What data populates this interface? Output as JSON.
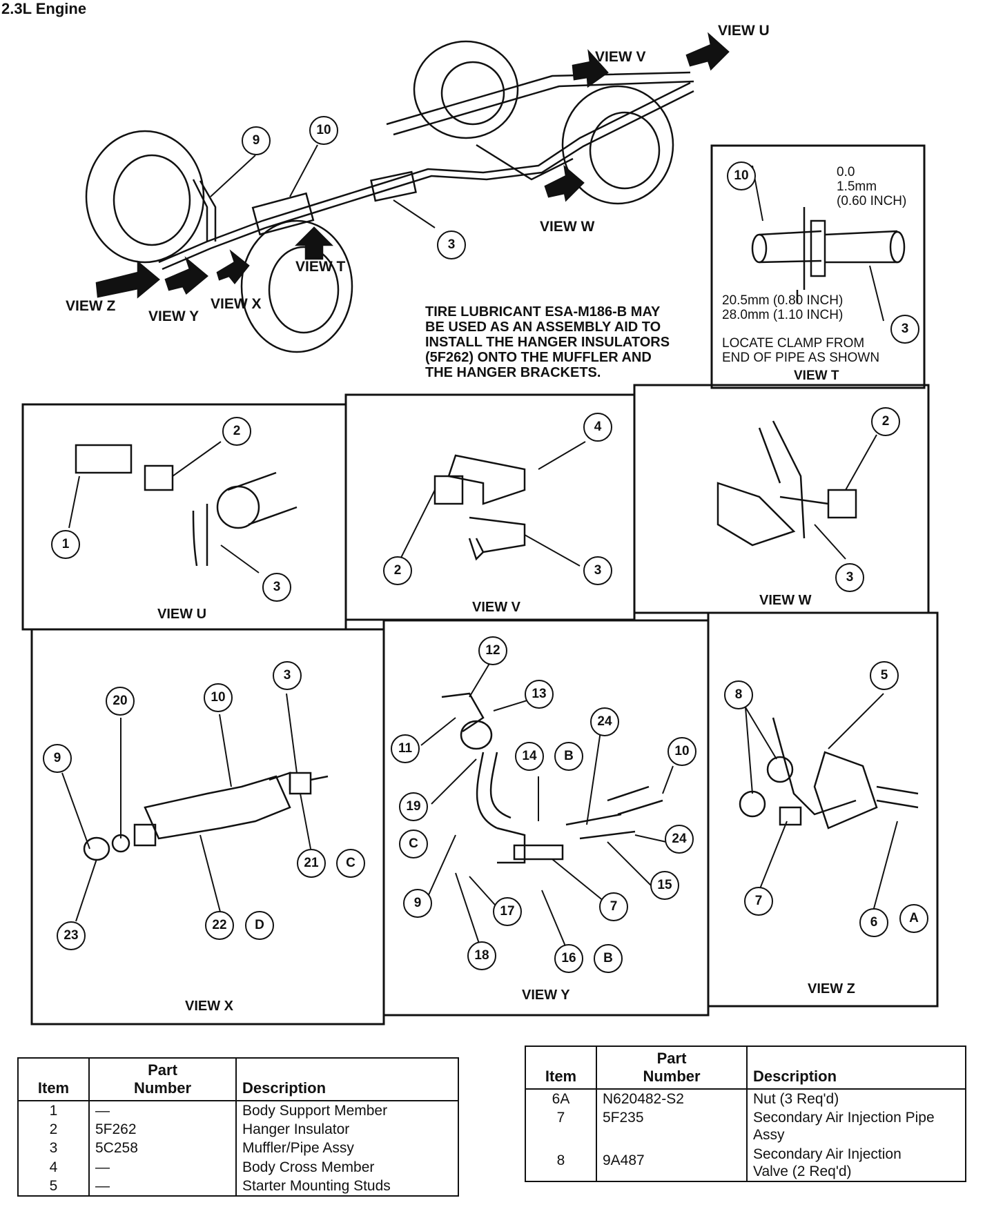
{
  "title": "2.3L Engine",
  "view_labels": {
    "u_top": "VIEW U",
    "v_top": "VIEW V",
    "w_top": "VIEW W",
    "t_top": "VIEW T",
    "x_top": "VIEW X",
    "y_top": "VIEW Y",
    "z_top": "VIEW Z"
  },
  "note_lines": [
    "TIRE LUBRICANT ESA-M186-B MAY",
    "BE USED AS AN ASSEMBLY AID TO",
    "INSTALL THE HANGER INSULATORS",
    "(5F262) ONTO THE MUFFLER AND",
    "THE HANGER BRACKETS."
  ],
  "view_t": {
    "dim_top": [
      "0.0",
      "1.5mm",
      "(0.60 INCH)"
    ],
    "dim_bottom": [
      "20.5mm (0.80 INCH)",
      "28.0mm (1.10 INCH)"
    ],
    "locate": [
      "LOCATE CLAMP FROM",
      "END OF PIPE AS SHOWN"
    ],
    "caption": "VIEW T"
  },
  "panel_captions": {
    "u": "VIEW U",
    "v": "VIEW V",
    "w": "VIEW W",
    "x": "VIEW X",
    "y": "VIEW Y",
    "z": "VIEW Z"
  },
  "callouts": {
    "main": [
      "9",
      "10",
      "3"
    ],
    "t": [
      "10",
      "3"
    ],
    "u": [
      "2",
      "1",
      "3"
    ],
    "v": [
      "4",
      "2",
      "3"
    ],
    "w": [
      "2",
      "3"
    ],
    "x": [
      "3",
      "20",
      "10",
      "9",
      "21",
      "C",
      "23",
      "22",
      "D"
    ],
    "y": [
      "12",
      "13",
      "11",
      "14",
      "B",
      "24",
      "10",
      "19",
      "C",
      "24",
      "15",
      "9",
      "17",
      "7",
      "18",
      "16",
      "B"
    ],
    "z": [
      "5",
      "8",
      "7",
      "6",
      "A"
    ]
  },
  "table_left": {
    "headers": [
      "Item",
      "Part\nNumber",
      "Description"
    ],
    "rows": [
      [
        "1",
        "—",
        "Body Support Member"
      ],
      [
        "2",
        "5F262",
        "Hanger Insulator"
      ],
      [
        "3",
        "5C258",
        "Muffler/Pipe Assy"
      ],
      [
        "4",
        "—",
        "Body Cross Member"
      ],
      [
        "5",
        "—",
        "Starter Mounting Studs"
      ]
    ]
  },
  "table_right": {
    "headers": [
      "Item",
      "Part\nNumber",
      "Description"
    ],
    "rows": [
      [
        "6A",
        "N620482-S2",
        "Nut (3 Req'd)"
      ],
      [
        "7",
        "5F235",
        "Secondary Air Injection Pipe\nAssy"
      ],
      [
        "8",
        "9A487",
        "Secondary Air Injection\nValve (2 Req'd)"
      ]
    ]
  }
}
